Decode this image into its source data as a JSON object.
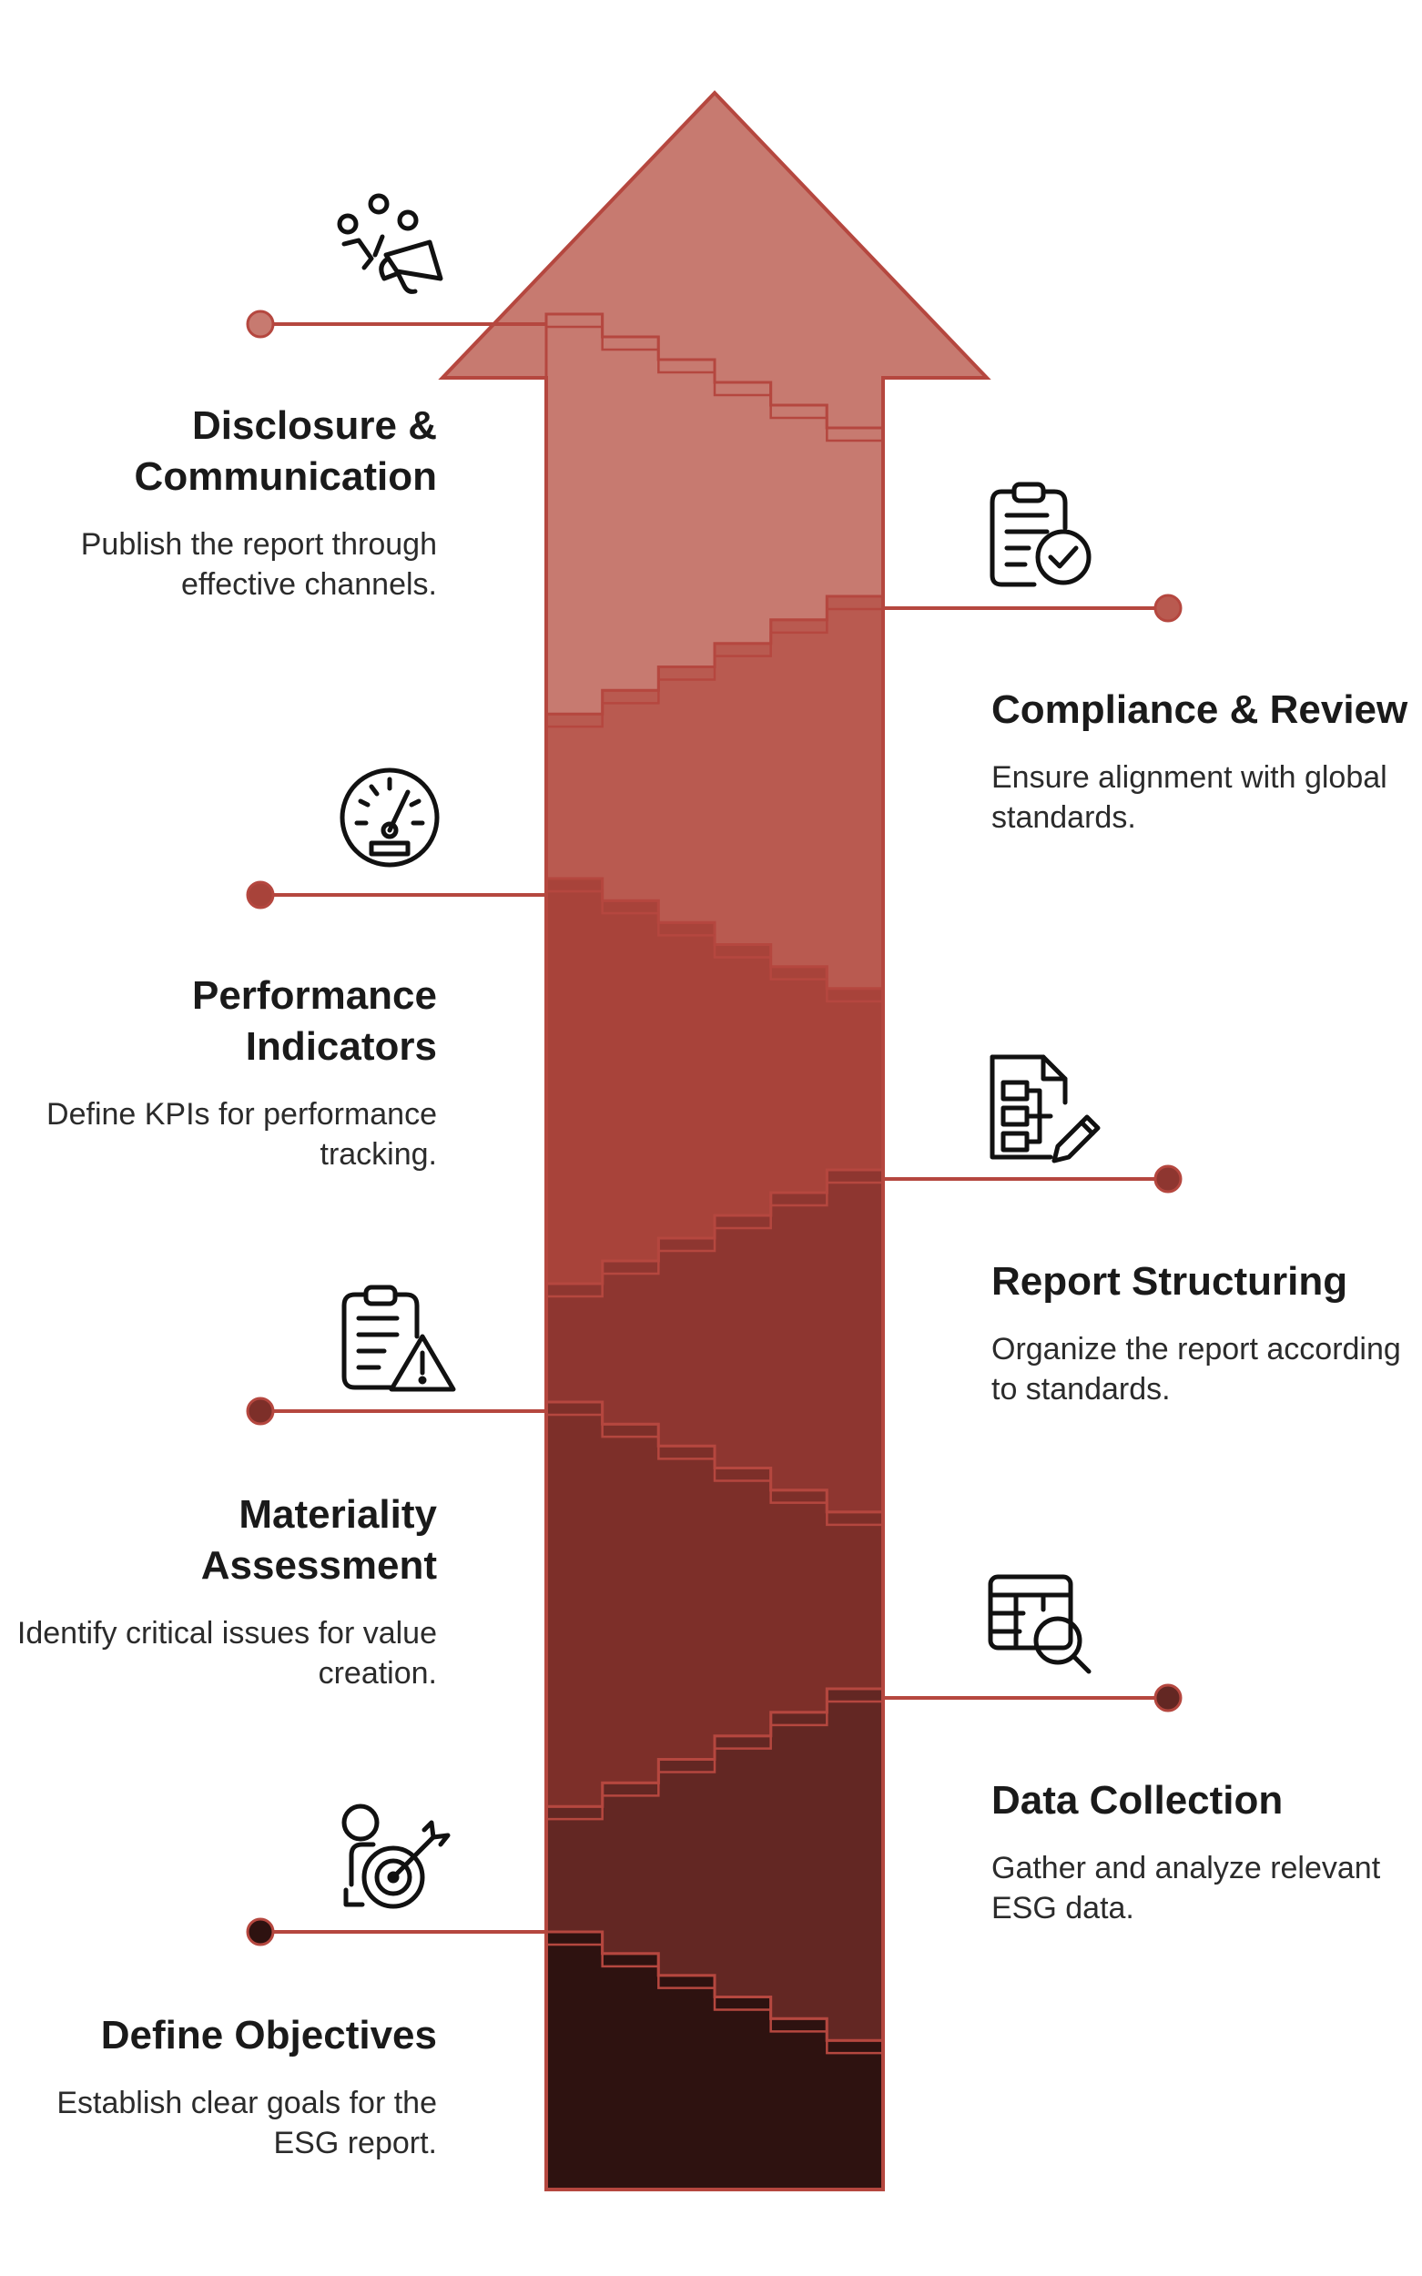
{
  "colors": {
    "connector": "#b5473f",
    "bands": [
      "#2e1210",
      "#632723",
      "#7d2f29",
      "#8e3630",
      "#a8433a",
      "#b95a50",
      "#c77a70"
    ],
    "band_stroke": "#b5473f",
    "icon": "#111111"
  },
  "steps": [
    {
      "title": "Define Objectives",
      "description": "Establish clear goals for the ESG report.",
      "icon": "person-target-icon",
      "side": "left"
    },
    {
      "title": "Data Collection",
      "description": "Gather and analyze relevant ESG data.",
      "icon": "table-search-icon",
      "side": "right"
    },
    {
      "title": "Materiality Assessment",
      "description": "Identify critical issues for value creation.",
      "icon": "clipboard-warning-icon",
      "side": "left"
    },
    {
      "title": "Report Structuring",
      "description": "Organize the report according to standards.",
      "icon": "document-structure-pencil-icon",
      "side": "right"
    },
    {
      "title": "Performance Indicators",
      "description": "Define KPIs for performance tracking.",
      "icon": "speedometer-icon",
      "side": "left"
    },
    {
      "title": "Compliance & Review",
      "description": "Ensure alignment with global standards.",
      "icon": "clipboard-check-icon",
      "side": "right"
    },
    {
      "title": "Disclosure & Communication",
      "description": "Publish the report through effective channels.",
      "icon": "megaphone-people-icon",
      "side": "left"
    }
  ]
}
